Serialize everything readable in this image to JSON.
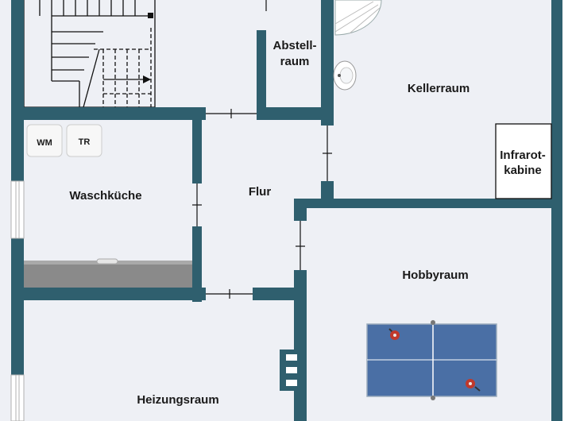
{
  "rooms": {
    "abstellraum": [
      "Abstell-",
      "raum"
    ],
    "kellerraum": "Kellerraum",
    "infrarotkabine": [
      "Infrarot-",
      "kabine"
    ],
    "waschkueche": "Waschküche",
    "flur": "Flur",
    "hobbyraum": "Hobbyraum",
    "heizungsraum": "Heizungsraum"
  },
  "appliances": {
    "washer": "WM",
    "dryer": "TR"
  },
  "colors": {
    "wall": "#2f5f6e",
    "floor": "#eef0f5",
    "table": "#4a6fa5",
    "paddle": "#c0392b"
  }
}
